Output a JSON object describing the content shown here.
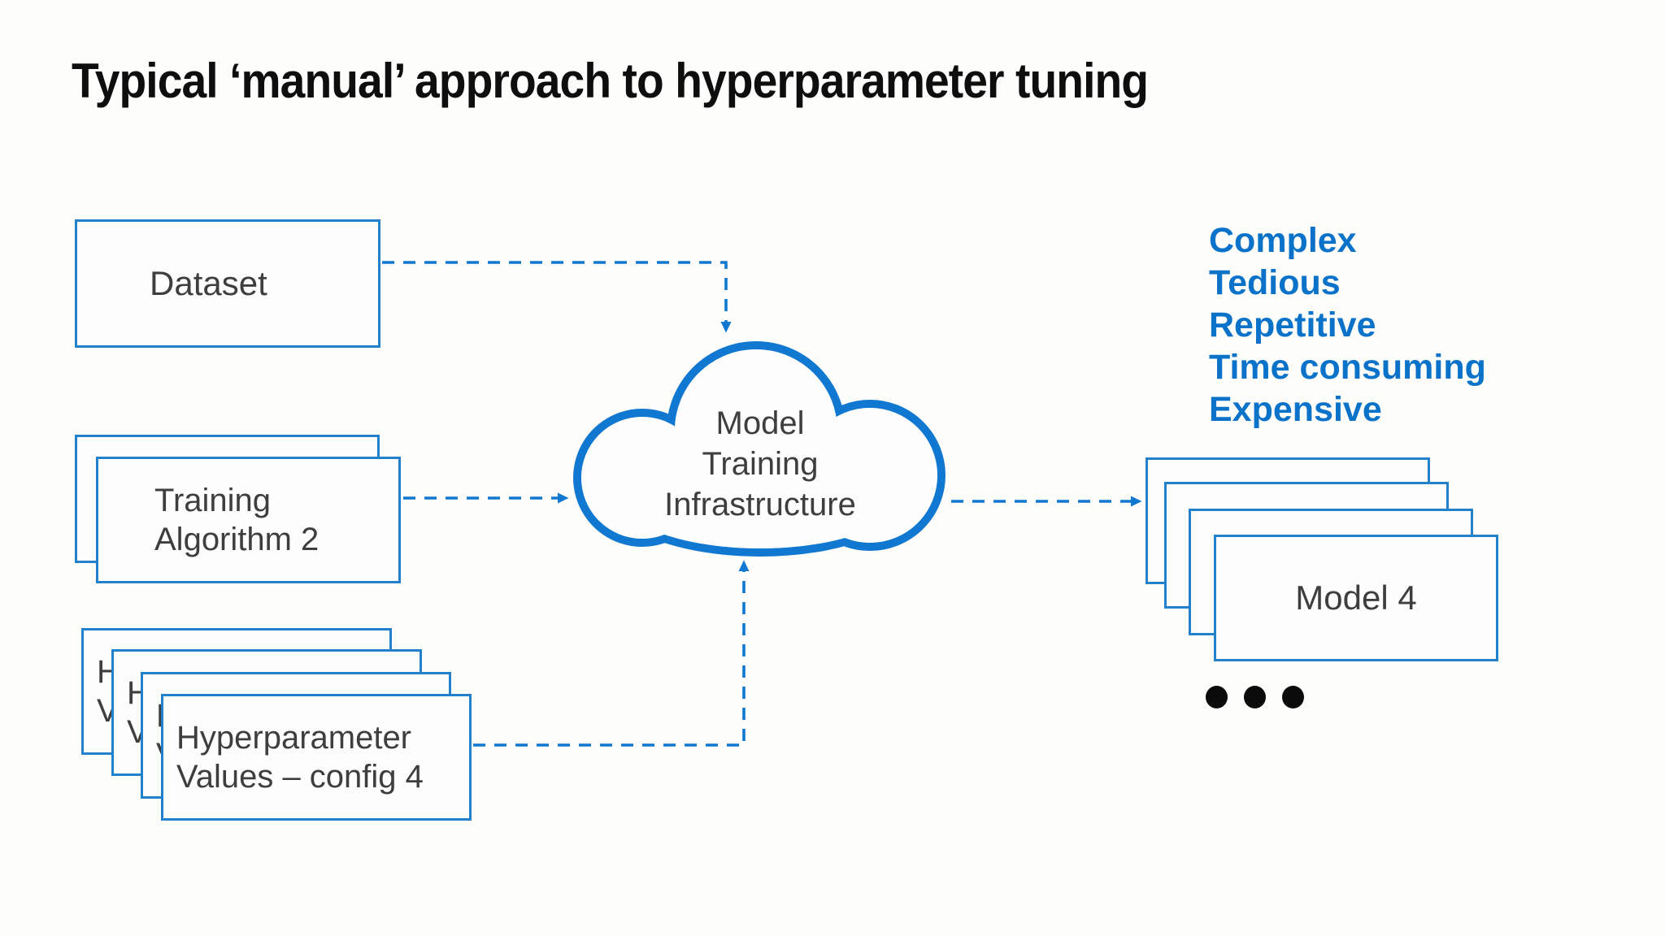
{
  "title": "Typical ‘manual’ approach to hyperparameter tuning",
  "colors": {
    "box_border_blue": "#2380ca",
    "cloud_arrow_blue": "#1078d0",
    "drawbacks_text_blue": "#0a72c8",
    "box_text_gray": "#3e3e3e",
    "title_black": "#0e0e0e",
    "dot_black": "#0b0b0b"
  },
  "dataset_box": {
    "label": "Dataset"
  },
  "training_stack": {
    "lines": [
      "Training",
      "Algorithm 2"
    ]
  },
  "hyperparameter_stack": {
    "front_lines": [
      "Hyperparameter",
      "Values – config 4"
    ],
    "peek_lines": [
      "H",
      "V"
    ]
  },
  "cloud": {
    "lines": [
      "Model",
      "Training",
      "Infrastructure"
    ]
  },
  "model_stack": {
    "front_label": "Model 4"
  },
  "drawbacks": [
    "Complex",
    "Tedious",
    "Repetitive",
    "Time consuming",
    "Expensive"
  ]
}
